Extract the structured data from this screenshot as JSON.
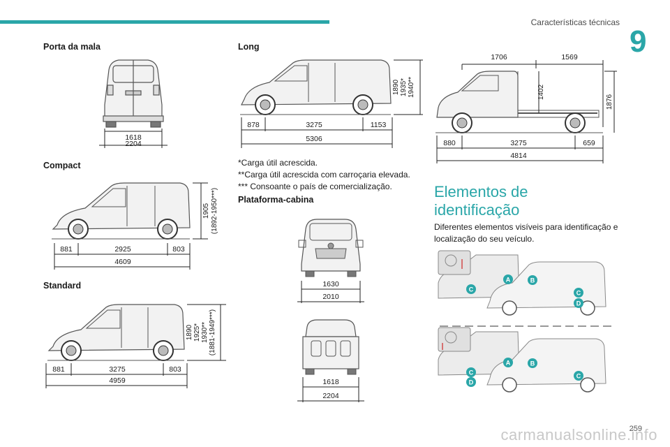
{
  "header": {
    "title": "Características técnicas",
    "chapter": "9",
    "accent": "#2aa6a8"
  },
  "sections": {
    "porta": {
      "title": "Porta da mala",
      "dims": [
        "1618",
        "2204"
      ]
    },
    "compact": {
      "title": "Compact",
      "dims": [
        "881",
        "2925",
        "803",
        "4609"
      ],
      "vert": [
        "1905",
        "(1892-1950***)"
      ]
    },
    "standard": {
      "title": "Standard",
      "dims": [
        "881",
        "3275",
        "803",
        "4959"
      ],
      "vert": [
        "1890",
        "1925*",
        "1930**",
        "(1881-1949***)"
      ]
    },
    "long": {
      "title": "Long",
      "dims": [
        "878",
        "3275",
        "1153",
        "5306"
      ],
      "vert": [
        "1890",
        "1935*",
        "1940**"
      ]
    },
    "plataforma": {
      "title": "Plataforma-cabina",
      "front_dims": [
        "1630",
        "2010"
      ],
      "rear_dims": [
        "1618",
        "2204"
      ]
    },
    "chassis": {
      "top_dims": [
        "1706",
        "1569"
      ],
      "vert": [
        "1402",
        "1876"
      ],
      "bottom_dims": [
        "880",
        "3275",
        "659",
        "4814"
      ]
    }
  },
  "notes": [
    "*Carga útil acrescida.",
    "**Carga útil acrescida com carroçaria elevada.",
    "*** Consoante o país de comercialização."
  ],
  "identification": {
    "title_line1": "Elementos de",
    "title_line2": "identificação",
    "description": "Diferentes elementos visíveis para identificação e localização do seu veículo.",
    "markers": [
      "A",
      "B",
      "C",
      "D"
    ]
  },
  "footer": {
    "page": "259",
    "watermark": "carmanualsonline.info"
  }
}
